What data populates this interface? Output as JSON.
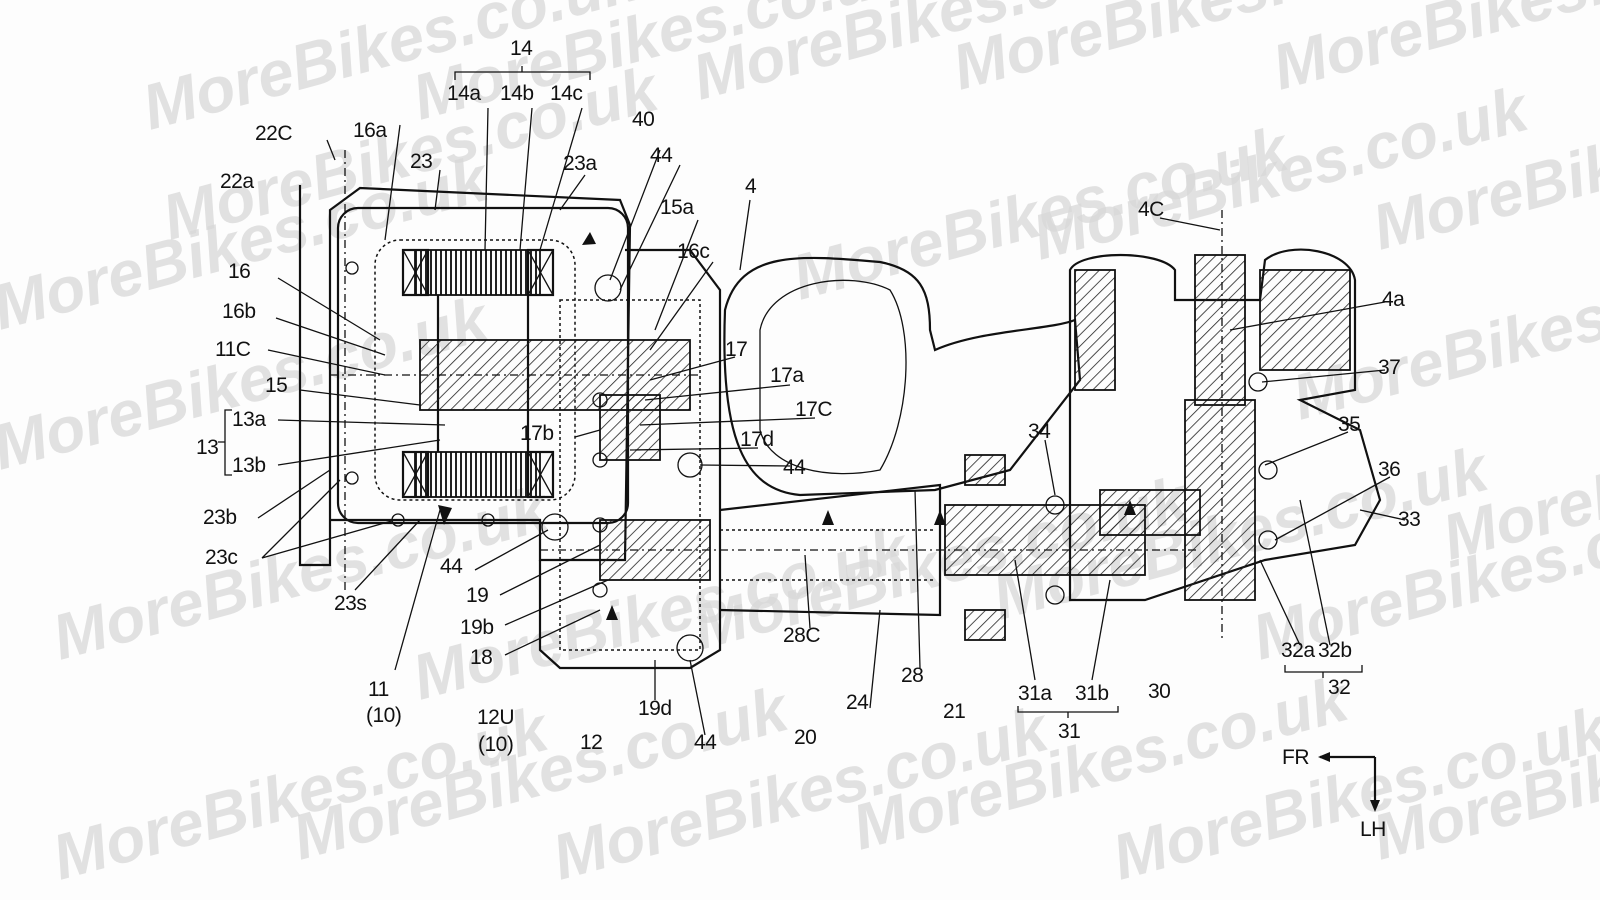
{
  "watermark": "MoreBikes.co.uk",
  "labels": [
    "14",
    "14a",
    "14b",
    "14c",
    "22C",
    "16a",
    "23",
    "40",
    "44",
    "23a",
    "22a",
    "4",
    "15a",
    "16",
    "16c",
    "16b",
    "4C",
    "4a",
    "11C",
    "17",
    "17a",
    "37",
    "15",
    "17C",
    "13a",
    "13",
    "17b",
    "17d",
    "13b",
    "44",
    "34",
    "35",
    "36",
    "23b",
    "33",
    "23c",
    "44",
    "19",
    "23s",
    "19b",
    "18",
    "28C",
    "11",
    "(10)",
    "24",
    "28",
    "21",
    "31a",
    "31b",
    "30",
    "32a",
    "32b",
    "32",
    "12U",
    "(10)",
    "12",
    "19d",
    "44",
    "20",
    "31"
  ],
  "direction": {
    "front": "FR",
    "left": "LH"
  }
}
